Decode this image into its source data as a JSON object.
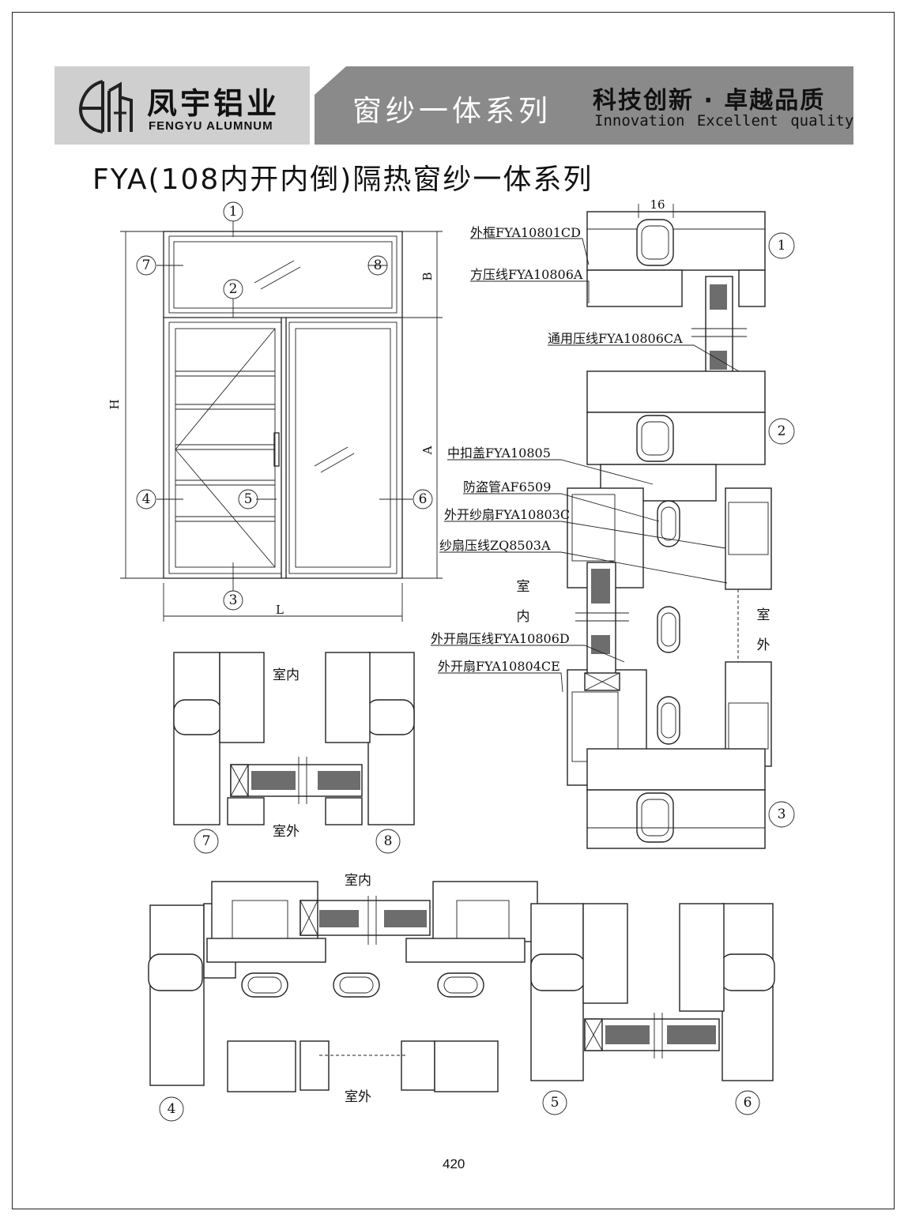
{
  "header": {
    "brand_cn": "凤宇铝业",
    "brand_en": "FENGYU ALUMNUM",
    "series": "窗纱一体系列",
    "slogan_cn": "科技创新 · 卓越品质",
    "slogan_en": "Innovation Excellent quality"
  },
  "title": "FYA(108内开内倒)隔热窗纱一体系列",
  "elevation": {
    "markers": [
      "1",
      "2",
      "3",
      "4",
      "5",
      "6",
      "7",
      "8"
    ],
    "dimensions": {
      "height": "H",
      "width": "L",
      "upper": "B",
      "lower": "A"
    }
  },
  "callouts": [
    "外框FYA10801CD",
    "方压线FYA10806A",
    "通用压线FYA10806CA",
    "中扣盖FYA10805",
    "防盗管AF6509",
    "外开纱扇FYA10803C",
    "纱扇压线ZQ8503A",
    "外开扇压线FYA10806D",
    "外开扇FYA10804CE"
  ],
  "dimension_16": "16",
  "side_labels": {
    "indoor_vertical": [
      "室",
      "内"
    ],
    "outdoor_vertical": [
      "室",
      "外"
    ],
    "indoor": "室内",
    "outdoor": "室外"
  },
  "section_numbers": [
    "1",
    "2",
    "3",
    "4",
    "5",
    "6",
    "7",
    "8"
  ],
  "page_number": "420"
}
